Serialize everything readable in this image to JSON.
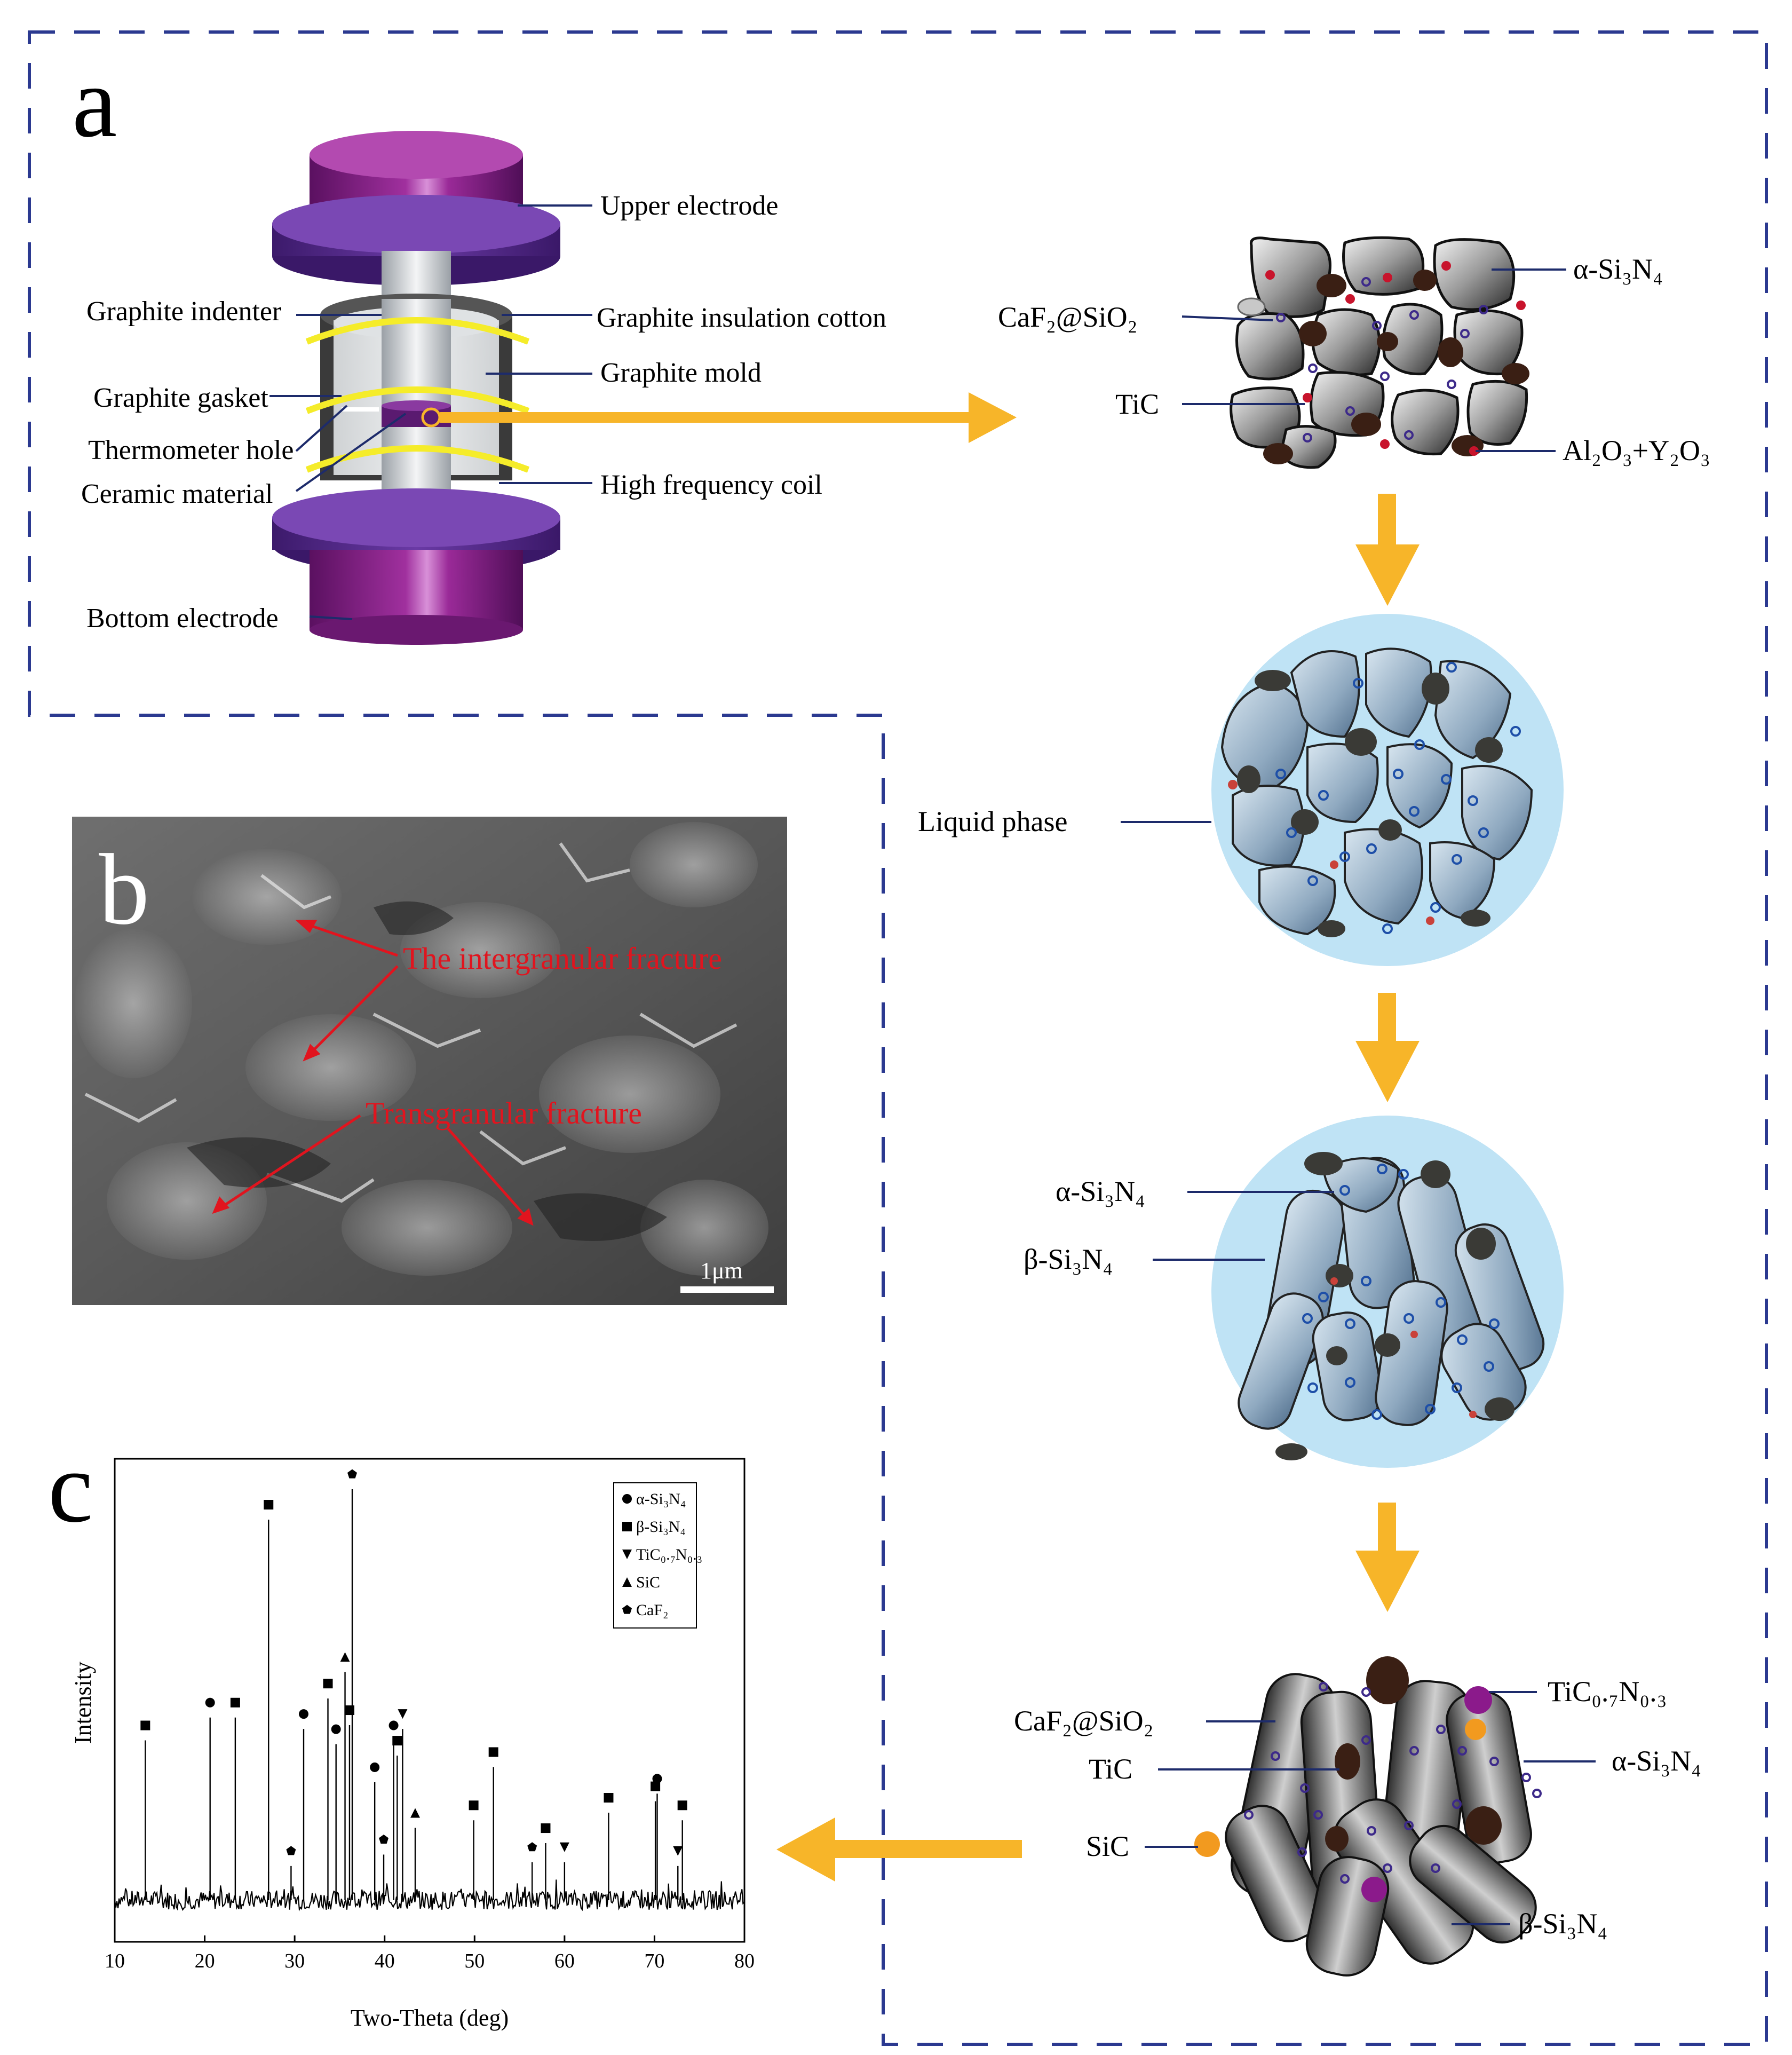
{
  "panel_a": {
    "letter": "a",
    "labels": {
      "upper_electrode": "Upper electrode",
      "graphite_indenter": "Graphite indenter",
      "graphite_insulation_cotton": "Graphite insulation cotton",
      "graphite_mold": "Graphite mold",
      "graphite_gasket": "Graphite gasket",
      "thermometer_hole": "Thermometer hole",
      "ceramic_material": "Ceramic material",
      "high_frequency_coil": "High frequency coil",
      "bottom_electrode": "Bottom electrode"
    }
  },
  "stage1": {
    "alpha_si3n4": "α-Si₃N₄",
    "caf2_sio2": "CaF₂@SiO₂",
    "tic": "TiC",
    "al2o3_y2o3": "Al₂O₃+Y₂O₃"
  },
  "stage2": {
    "liquid_phase": "Liquid phase"
  },
  "stage3": {
    "alpha_si3n4": "α-Si₃N₄",
    "beta_si3n4": "β-Si₃N₄"
  },
  "stage4": {
    "ticn": "TiC₀.₇N₀.₃",
    "caf2_sio2": "CaF₂@SiO₂",
    "alpha_si3n4": "α-Si₃N₄",
    "tic": "TiC",
    "sic": "SiC",
    "beta_si3n4": "β-Si₃N₄"
  },
  "panel_b": {
    "letter": "b",
    "intergranular": "The intergranular fracture",
    "transgranular": "Transgranular fracture",
    "scale_bar": "1μm"
  },
  "panel_c": {
    "letter": "c",
    "legend": [
      "α-Si₃N₄",
      "β-Si₃N₄",
      "TiC₀.₇N₀.₃",
      "SiC",
      "CaF₂"
    ]
  },
  "colors": {
    "dashed_border": "#2b3990",
    "arrow": "#f7b529",
    "electrode": "#8b1a8b",
    "electrode_disk": "#5b2a8a",
    "coil": "#f5ec2a",
    "liquid": "#bfe3f5",
    "annotation_red": "#e1141e"
  },
  "chart_data": {
    "type": "line",
    "title": "",
    "xlabel": "Two-Theta (deg)",
    "ylabel": "Intensity",
    "xlim": [
      10,
      80
    ],
    "xticks": [
      10,
      20,
      30,
      40,
      50,
      60,
      70,
      80
    ],
    "legend_position": "top-right",
    "series": [
      {
        "name": "α-Si₃N₄",
        "marker": "circle",
        "peaks": [
          [
            20.6,
            0.48
          ],
          [
            31.0,
            0.45
          ],
          [
            34.6,
            0.41
          ],
          [
            38.9,
            0.31
          ],
          [
            41.0,
            0.42
          ],
          [
            70.3,
            0.28
          ]
        ]
      },
      {
        "name": "β-Si₃N₄",
        "marker": "square",
        "peaks": [
          [
            13.4,
            0.42
          ],
          [
            23.4,
            0.48
          ],
          [
            27.1,
            1.0
          ],
          [
            33.7,
            0.53
          ],
          [
            36.1,
            0.46
          ],
          [
            41.4,
            0.38
          ],
          [
            49.9,
            0.21
          ],
          [
            52.1,
            0.35
          ],
          [
            57.9,
            0.15
          ],
          [
            64.9,
            0.23
          ],
          [
            70.1,
            0.26
          ],
          [
            73.1,
            0.21
          ]
        ]
      },
      {
        "name": "TiC₀.₇N₀.₃",
        "marker": "triangle-down",
        "peaks": [
          [
            42.0,
            0.45
          ],
          [
            60.0,
            0.1
          ],
          [
            72.6,
            0.09
          ]
        ]
      },
      {
        "name": "SiC",
        "marker": "triangle-up",
        "peaks": [
          [
            35.6,
            0.6
          ],
          [
            43.4,
            0.19
          ]
        ]
      },
      {
        "name": "CaF₂",
        "marker": "pentagon",
        "peaks": [
          [
            36.4,
            1.08
          ],
          [
            29.6,
            0.09
          ],
          [
            39.9,
            0.12
          ],
          [
            56.4,
            0.1
          ]
        ]
      }
    ]
  }
}
